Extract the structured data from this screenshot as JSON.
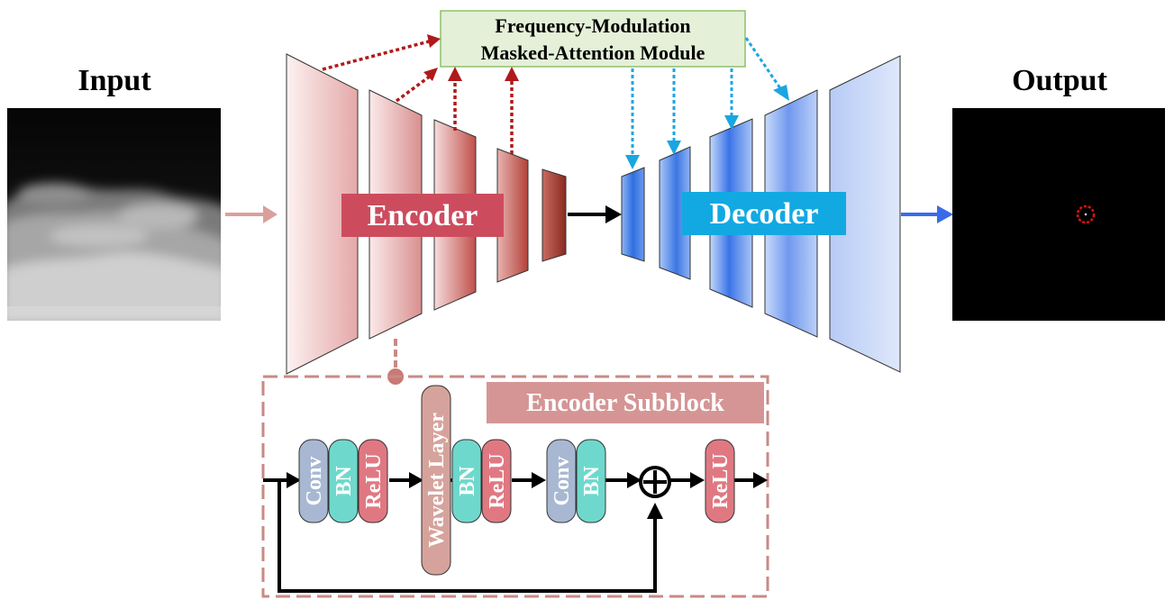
{
  "labels": {
    "input": "Input",
    "output": "Output",
    "module_line1": "Frequency-Modulation",
    "module_line2": "Masked-Attention Module",
    "encoder": "Encoder",
    "decoder": "Decoder",
    "subblock_title": "Encoder Subblock"
  },
  "subblock_layers": [
    "Conv",
    "BN",
    "ReLU",
    "Wavelet Layer",
    "BN",
    "ReLU",
    "Conv",
    "BN",
    "ReLU"
  ],
  "colors": {
    "encoder_badge": "#cc4c5e",
    "decoder_badge": "#12a9e3",
    "subblock_title_bg": "#d59595",
    "subblock_border": "#c98a86",
    "skip_encoder_arrow": "#b01a1a",
    "skip_decoder_arrow": "#1aa6e0",
    "input_arrow": "#d9a19b",
    "output_arrow": "#3a6be8",
    "module_fill": "#e4f0d8",
    "module_border": "#8fc06a",
    "conv_block": "#a8b8d2",
    "bn_block": "#6fd8cc",
    "relu_block": "#e07882",
    "wavelet_block": "#d6a39c",
    "target_circle": "#e01010"
  }
}
